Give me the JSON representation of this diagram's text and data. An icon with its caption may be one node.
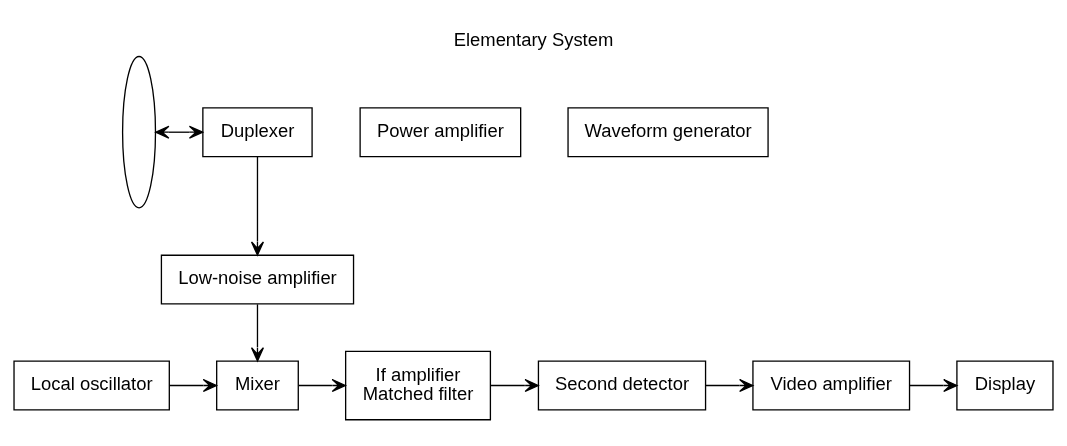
{
  "diagram": {
    "title": "Elementary System",
    "nodes": [
      {
        "text": [],
        "shape": "arc"
      },
      {
        "text": [
          "Duplexer"
        ]
      },
      {
        "text": [
          "Power amplifier"
        ]
      },
      {
        "text": [
          "Waveform generator"
        ]
      },
      {
        "text": [
          "Low-noise amplifier"
        ]
      },
      {
        "text": [
          "Local oscillator"
        ]
      },
      {
        "text": [
          "Mixer"
        ]
      },
      {
        "text": [
          "If amplifier",
          "Matched filter"
        ]
      },
      {
        "text": [
          "Second detector"
        ]
      },
      {
        "text": [
          "Video amplifier"
        ]
      },
      {
        "text": [
          "Display"
        ]
      }
    ],
    "edges": [
      {
        "from": 0,
        "to": 1,
        "arrow": "both"
      },
      {
        "from": 1,
        "to": 4,
        "arrow": "to"
      },
      {
        "from": 4,
        "to": 6,
        "arrow": "to"
      },
      {
        "from": 5,
        "to": 6,
        "arrow": "to"
      },
      {
        "from": 6,
        "to": 7,
        "arrow": "to"
      },
      {
        "from": 7,
        "to": 8,
        "arrow": "to"
      },
      {
        "from": 8,
        "to": 9,
        "arrow": "to"
      },
      {
        "from": 9,
        "to": 10,
        "arrow": "to"
      }
    ]
  }
}
